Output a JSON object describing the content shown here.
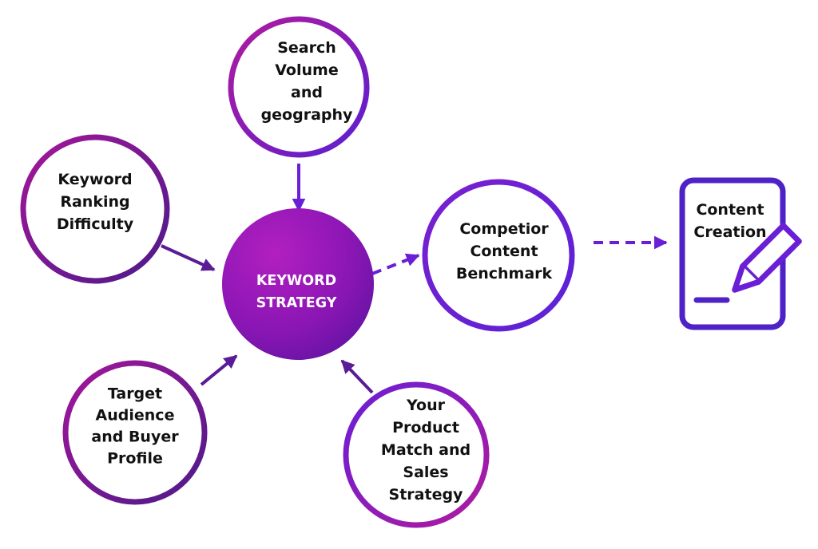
{
  "nodes": {
    "center": {
      "lines": [
        "KEYWORD",
        "STRATEGY"
      ]
    },
    "search_volume": {
      "lines": [
        "Search",
        "Volume",
        "and",
        "geography"
      ]
    },
    "keyword_difficulty": {
      "lines": [
        "Keyword",
        "Ranking",
        "Difficulty"
      ]
    },
    "target_audience": {
      "lines": [
        "Target",
        "Audience",
        "and Buyer",
        "Profile"
      ]
    },
    "product_match": {
      "lines": [
        "Your",
        "Product",
        "Match and",
        "Sales",
        "Strategy"
      ]
    },
    "competitor": {
      "lines": [
        "Competior",
        "Content",
        "Benchmark"
      ]
    },
    "content_creation": {
      "lines": [
        "Content",
        "Creation"
      ]
    }
  },
  "icons": {
    "content_creation": "document-pencil-icon"
  },
  "colors": {
    "purple_magenta": "#a3169a",
    "purple_violet": "#6a1fd6",
    "deep_purple": "#4f1c8c",
    "center_fill_light": "#a81bb3",
    "center_fill_dark": "#6a12a8"
  }
}
